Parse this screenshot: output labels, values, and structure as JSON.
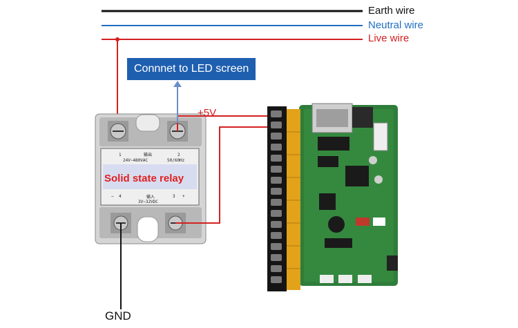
{
  "wires": [
    {
      "label": "Earth wire",
      "color": "#111111"
    },
    {
      "label": "Neutral wire",
      "color": "#1f6fc0"
    },
    {
      "label": "Live wire",
      "color": "#d42020"
    }
  ],
  "callout": {
    "label": "Connnet to LED screen",
    "bg": "#1f5fb0"
  },
  "relay": {
    "title": "Solid state relay",
    "out_spec": "24V~480VAC",
    "out_freq": "50/60Hz",
    "out_cn": "输出",
    "in_cn": "输入",
    "in_spec": "3V~32VDC",
    "t1": "1",
    "t2": "2",
    "t3": "3",
    "t4": "4",
    "minus": "−",
    "plus": "+"
  },
  "plus5_label": "+5V",
  "gnd_label": "GND",
  "colors": {
    "live": "#d42020",
    "neutral": "#1f6fc0",
    "earth": "#111111",
    "board": "#2e7d3a",
    "terminal": "#e2a21a"
  }
}
